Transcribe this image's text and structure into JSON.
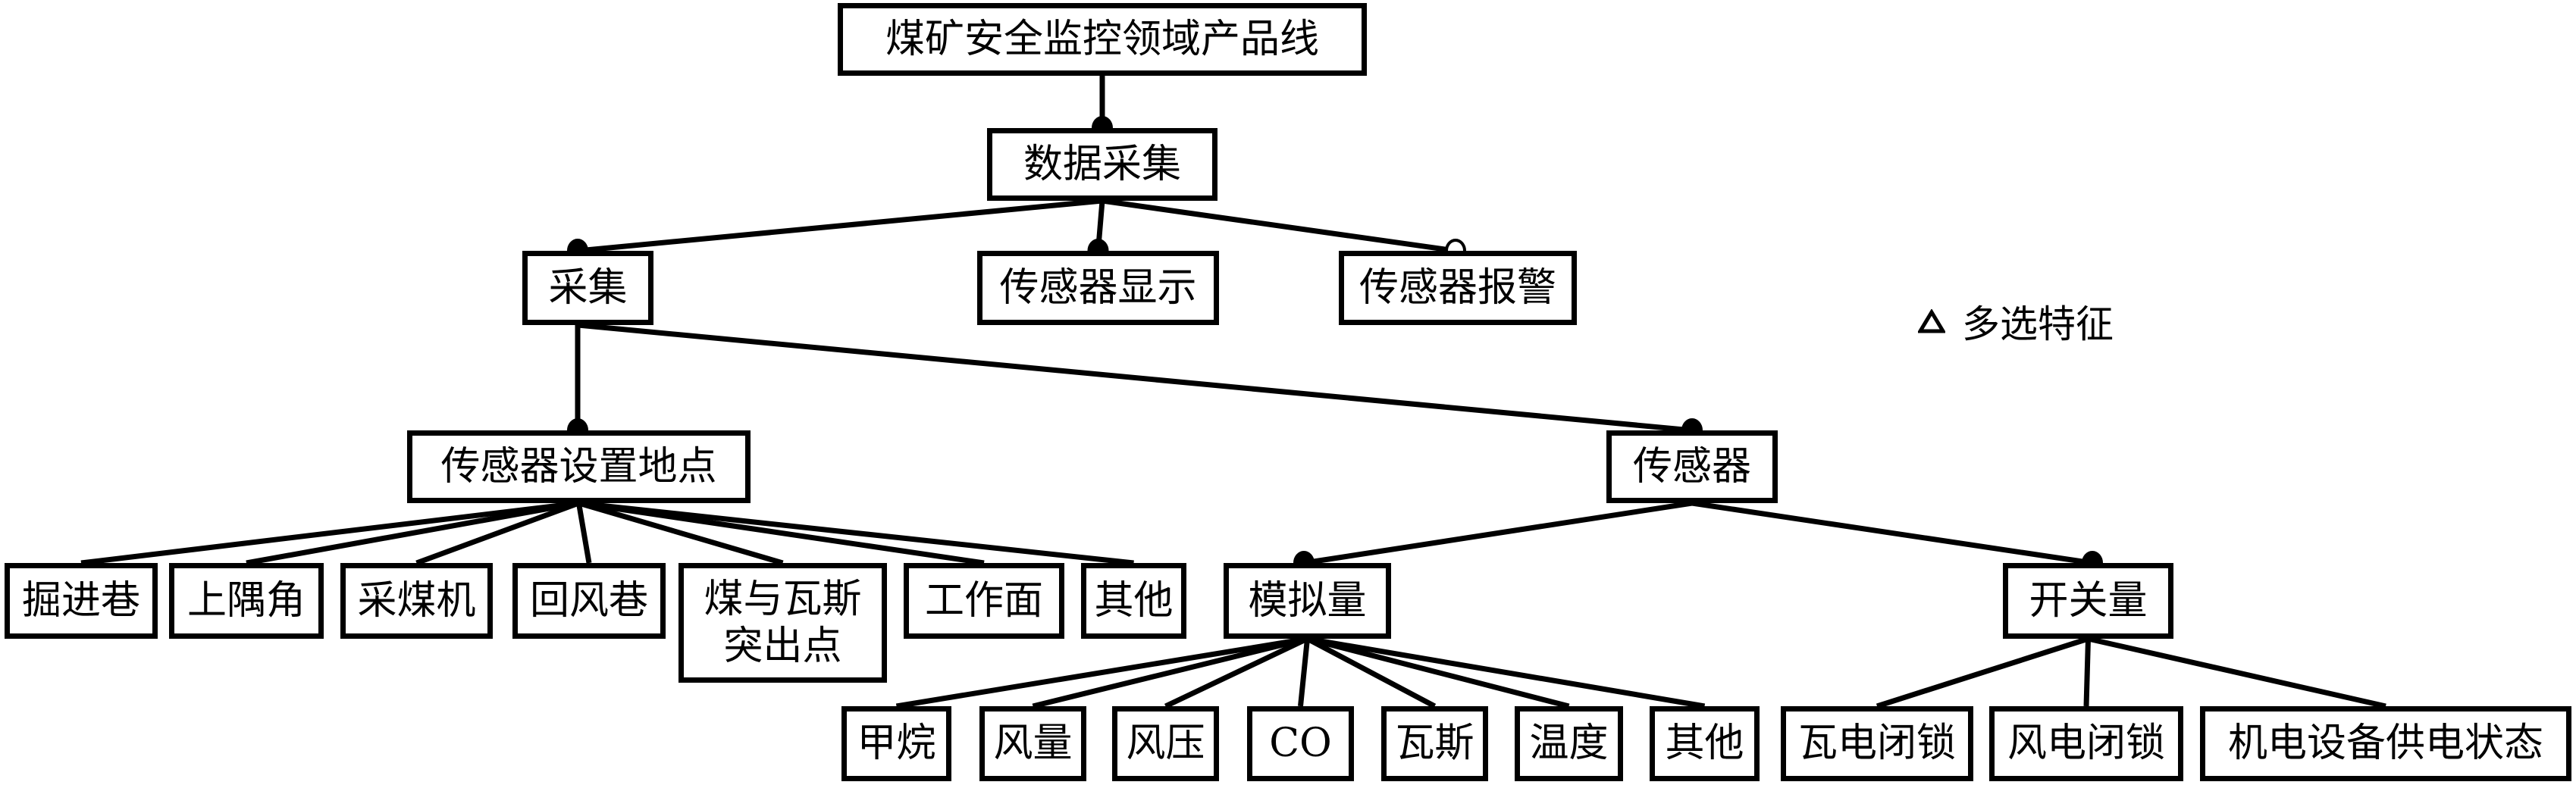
{
  "title": "煤矿安全监控领域产品线",
  "legend": {
    "symbol": "hollow-triangle",
    "label": "多选特征"
  },
  "nodes": {
    "root": "煤矿安全监控领域产品线",
    "data_collection": "数据采集",
    "collection": "采集",
    "sensor_display": "传感器显示",
    "sensor_alarm": "传感器报警",
    "sensor_location": "传感器设置地点",
    "sensor": "传感器",
    "loc_heading": "掘进巷",
    "loc_upper_corner": "上隅角",
    "loc_shearer": "采煤机",
    "loc_return_airway": "回风巷",
    "loc_outburst": "煤与瓦斯\n突出点",
    "loc_working_face": "工作面",
    "loc_other": "其他",
    "analog": "模拟量",
    "switch": "开关量",
    "analog_methane": "甲烷",
    "analog_airflow": "风量",
    "analog_pressure": "风压",
    "analog_co": "CO",
    "analog_gas": "瓦斯",
    "analog_temperature": "温度",
    "analog_other": "其他",
    "switch_gas_power_lock": "瓦电闭锁",
    "switch_wind_power_lock": "风电闭锁",
    "switch_equipment_power_status": "机电设备供电状态"
  },
  "relations": [
    {
      "parent": "root",
      "child": "data_collection",
      "type": "mandatory"
    },
    {
      "parent": "data_collection",
      "child": "collection",
      "type": "mandatory"
    },
    {
      "parent": "data_collection",
      "child": "sensor_display",
      "type": "mandatory"
    },
    {
      "parent": "data_collection",
      "child": "sensor_alarm",
      "type": "optional"
    },
    {
      "parent": "collection",
      "child": "sensor_location",
      "type": "mandatory"
    },
    {
      "parent": "collection",
      "child": "sensor",
      "type": "mandatory"
    },
    {
      "parent": "sensor_location",
      "children": [
        "loc_heading",
        "loc_upper_corner",
        "loc_shearer",
        "loc_return_airway",
        "loc_outburst",
        "loc_working_face",
        "loc_other"
      ],
      "type": "or-group"
    },
    {
      "parent": "sensor",
      "child": "analog",
      "type": "mandatory"
    },
    {
      "parent": "sensor",
      "child": "switch",
      "type": "mandatory"
    },
    {
      "parent": "analog",
      "children": [
        "analog_methane",
        "analog_airflow",
        "analog_pressure",
        "analog_co",
        "analog_gas",
        "analog_temperature",
        "analog_other"
      ],
      "type": "or-group"
    },
    {
      "parent": "switch",
      "children": [
        "switch_gas_power_lock",
        "switch_wind_power_lock",
        "switch_equipment_power_status"
      ],
      "type": "or-group"
    }
  ]
}
